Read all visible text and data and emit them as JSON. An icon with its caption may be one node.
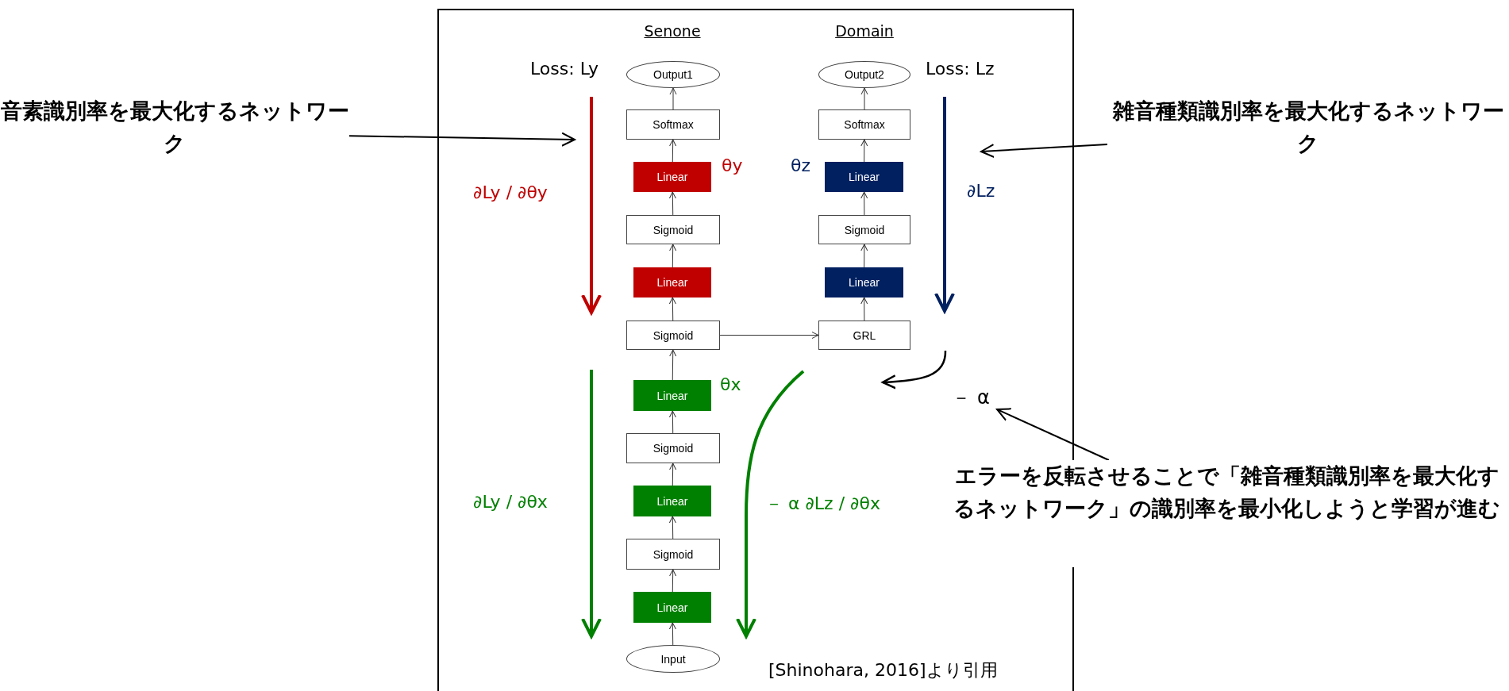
{
  "diagram": {
    "nodes": [
      {
        "text": [
          "Output1"
        ]
      },
      {
        "text": [
          "Softmax"
        ]
      },
      {
        "text": [
          "Linear"
        ]
      },
      {
        "text": [
          "Sigmoid"
        ]
      },
      {
        "text": [
          "Linear"
        ]
      },
      {
        "text": [
          "Sigmoid"
        ]
      },
      {
        "text": [
          "Linear"
        ]
      },
      {
        "text": [
          "Sigmoid"
        ]
      },
      {
        "text": [
          "Linear"
        ]
      },
      {
        "text": [
          "Sigmoid"
        ]
      },
      {
        "text": [
          "Linear"
        ]
      },
      {
        "text": [
          "Input"
        ]
      },
      {
        "text": [
          "Output2"
        ]
      },
      {
        "text": [
          "Softmax"
        ]
      },
      {
        "text": [
          "Linear"
        ]
      },
      {
        "text": [
          "Sigmoid"
        ]
      },
      {
        "text": [
          "Linear"
        ]
      },
      {
        "text": [
          "GRL"
        ]
      },
      {
        "text": [
          "音素識別率を最大化するネットワーク"
        ]
      },
      {
        "text": [
          "雑音種類識別率を**最大化**するネットワーク"
        ]
      },
      {
        "text": [
          "－ α"
        ]
      },
      {
        "text": [
          "エラーを反転させることで「雑音種類識別率を**最大化**するネットワーク」の識別率を**最小化**しようと学習が進む"
        ]
      }
    ],
    "edges": [
      {
        "from": 1,
        "to": 0,
        "arrow": "to"
      },
      {
        "from": 2,
        "to": 1,
        "arrow": "to"
      },
      {
        "from": 3,
        "to": 2,
        "arrow": "to"
      },
      {
        "from": 4,
        "to": 3,
        "arrow": "to"
      },
      {
        "from": 5,
        "to": 4,
        "arrow": "to"
      },
      {
        "from": 6,
        "to": 5,
        "arrow": "to"
      },
      {
        "from": 7,
        "to": 6,
        "arrow": "to"
      },
      {
        "from": 8,
        "to": 7,
        "arrow": "to"
      },
      {
        "from": 9,
        "to": 8,
        "arrow": "to"
      },
      {
        "from": 10,
        "to": 9,
        "arrow": "to"
      },
      {
        "from": 11,
        "to": 10,
        "arrow": "to"
      },
      {
        "from": 13,
        "to": 12,
        "arrow": "to"
      },
      {
        "from": 14,
        "to": 13,
        "arrow": "to"
      },
      {
        "from": 15,
        "to": 14,
        "arrow": "to"
      },
      {
        "from": 16,
        "to": 15,
        "arrow": "to"
      },
      {
        "from": 17,
        "to": 16,
        "arrow": "to"
      },
      {
        "from": 5,
        "to": 17,
        "arrow": "to"
      },
      {
        "from": 18,
        "to": null,
        "arrow": "to"
      },
      {
        "from": 19,
        "to": null,
        "arrow": "to"
      },
      {
        "from": 21,
        "to": 20,
        "arrow": "to"
      }
    ],
    "labels": [
      "Senone",
      "Domain",
      "Loss: Ly",
      "Loss: Lz",
      "θy",
      "θz",
      "∂Ly / ∂θy",
      "∂Lz",
      "θx",
      "∂Ly / ∂θx",
      "－ α ∂Lz / ∂θx",
      "[Shinohara, 2016]より引用"
    ]
  }
}
